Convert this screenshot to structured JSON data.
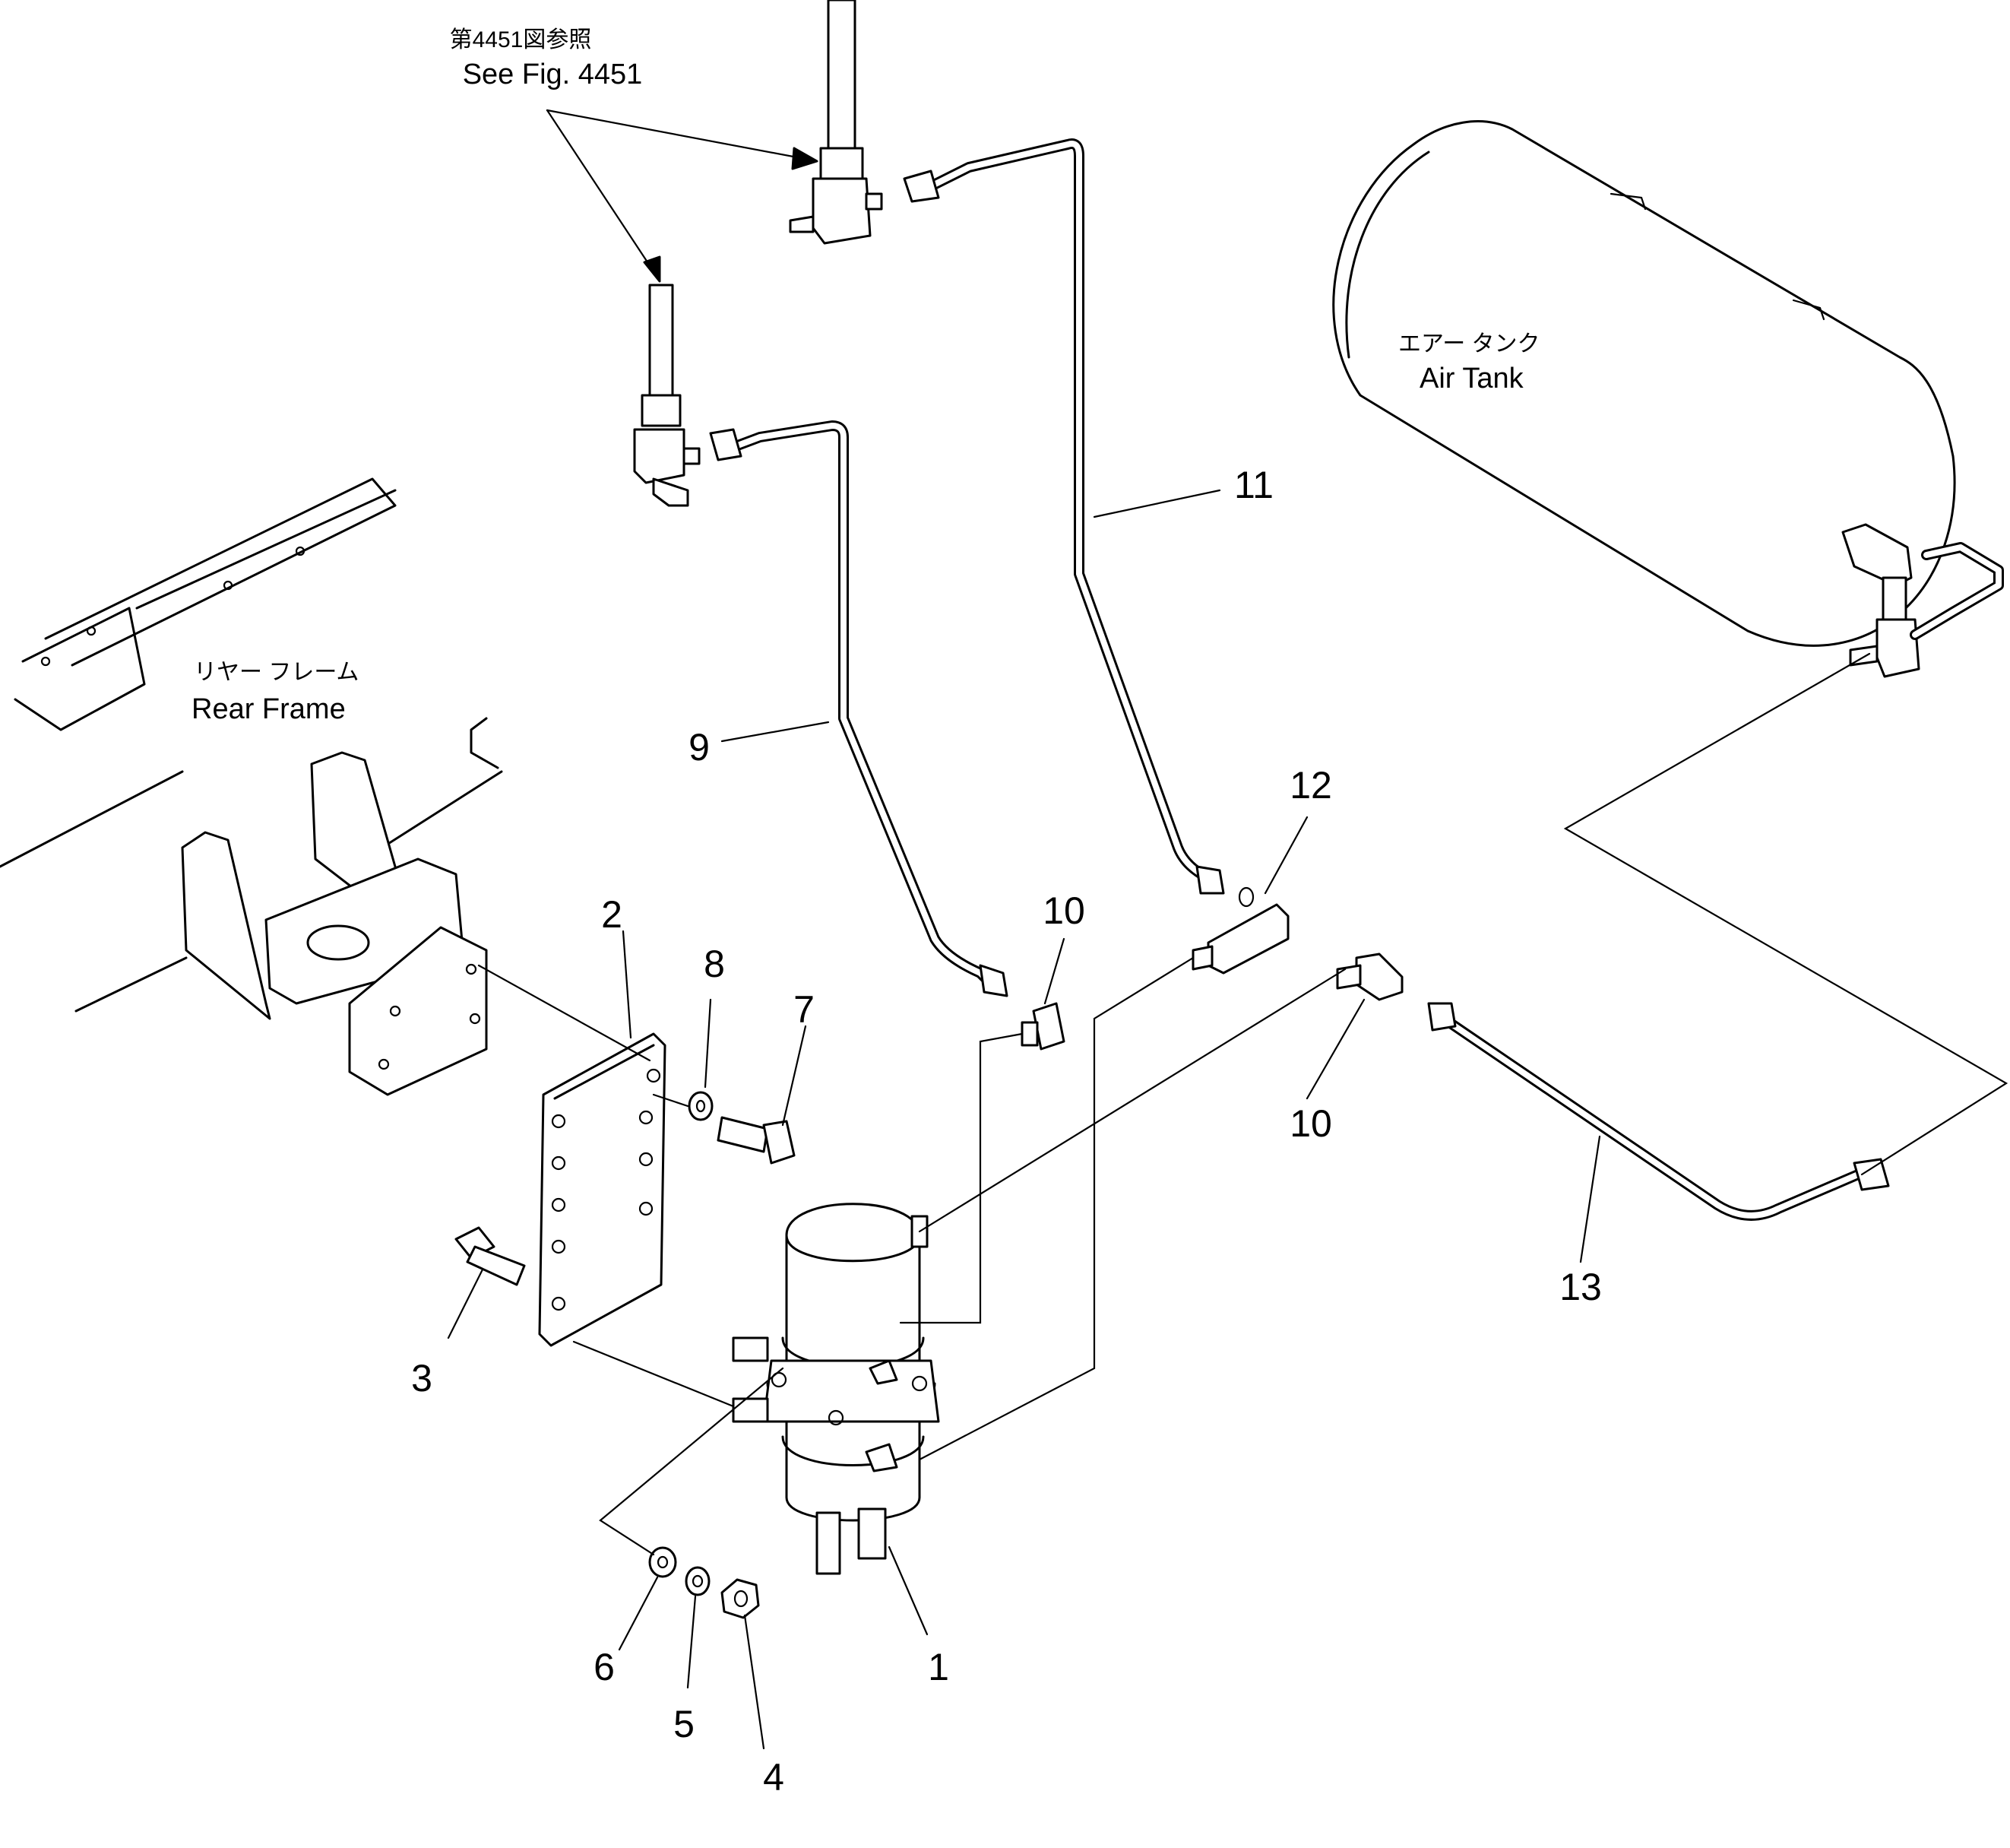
{
  "labels": {
    "ref_jp": "第4451図参照",
    "ref_en": "See Fig. 4451",
    "air_tank_jp": "エアー タンク",
    "air_tank_en": "Air Tank",
    "rear_frame_jp": "リヤー フレーム",
    "rear_frame_en": "Rear Frame"
  },
  "callouts": {
    "p1": "1",
    "p2": "2",
    "p3": "3",
    "p4": "4",
    "p5": "5",
    "p6": "6",
    "p7": "7",
    "p8": "8",
    "p9": "9",
    "p10a": "10",
    "p10b": "10",
    "p11": "11",
    "p12": "12",
    "p13": "13"
  }
}
